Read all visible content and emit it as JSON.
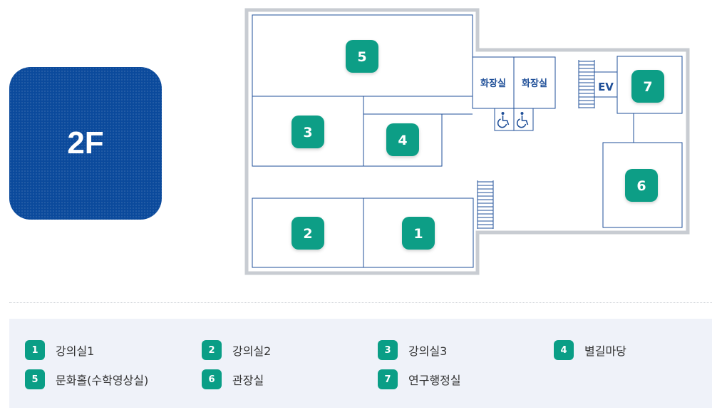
{
  "floor": {
    "label": "2F"
  },
  "plan": {
    "rooms": [
      {
        "id": "5",
        "number": "5"
      },
      {
        "id": "3",
        "number": "3"
      },
      {
        "id": "4",
        "number": "4"
      },
      {
        "id": "2",
        "number": "2"
      },
      {
        "id": "1",
        "number": "1"
      },
      {
        "id": "7",
        "number": "7"
      },
      {
        "id": "6",
        "number": "6"
      }
    ],
    "restroom_1": "화장실",
    "restroom_2": "화장실",
    "elevator": "EV",
    "accessible_icon": "wheelchair-icon",
    "stairs_icon": "stairs-icon"
  },
  "legend": [
    {
      "number": "1",
      "label": "강의실1"
    },
    {
      "number": "2",
      "label": "강의실2"
    },
    {
      "number": "3",
      "label": "강의실3"
    },
    {
      "number": "4",
      "label": "별길마당"
    },
    {
      "number": "5",
      "label": "문화홀(수학영상실)"
    },
    {
      "number": "6",
      "label": "관장실"
    },
    {
      "number": "7",
      "label": "연구행정실"
    }
  ],
  "colors": {
    "badge_bg": "#0b4a9c",
    "marker_green": "#0a9e86",
    "wall_gray": "#c8ccd2",
    "room_line": "#1f4f98",
    "legend_bg": "#eff2f9"
  }
}
